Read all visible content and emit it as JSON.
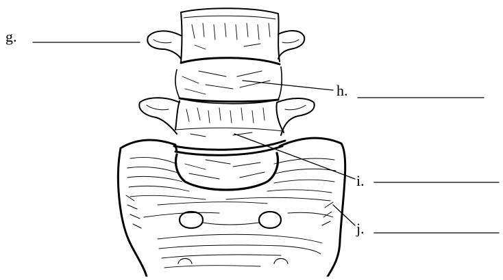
{
  "labels": {
    "g": "g.",
    "h": "h.",
    "i": "i.",
    "j": "j."
  },
  "colors": {
    "ink": "#000000",
    "paper": "#ffffff"
  }
}
